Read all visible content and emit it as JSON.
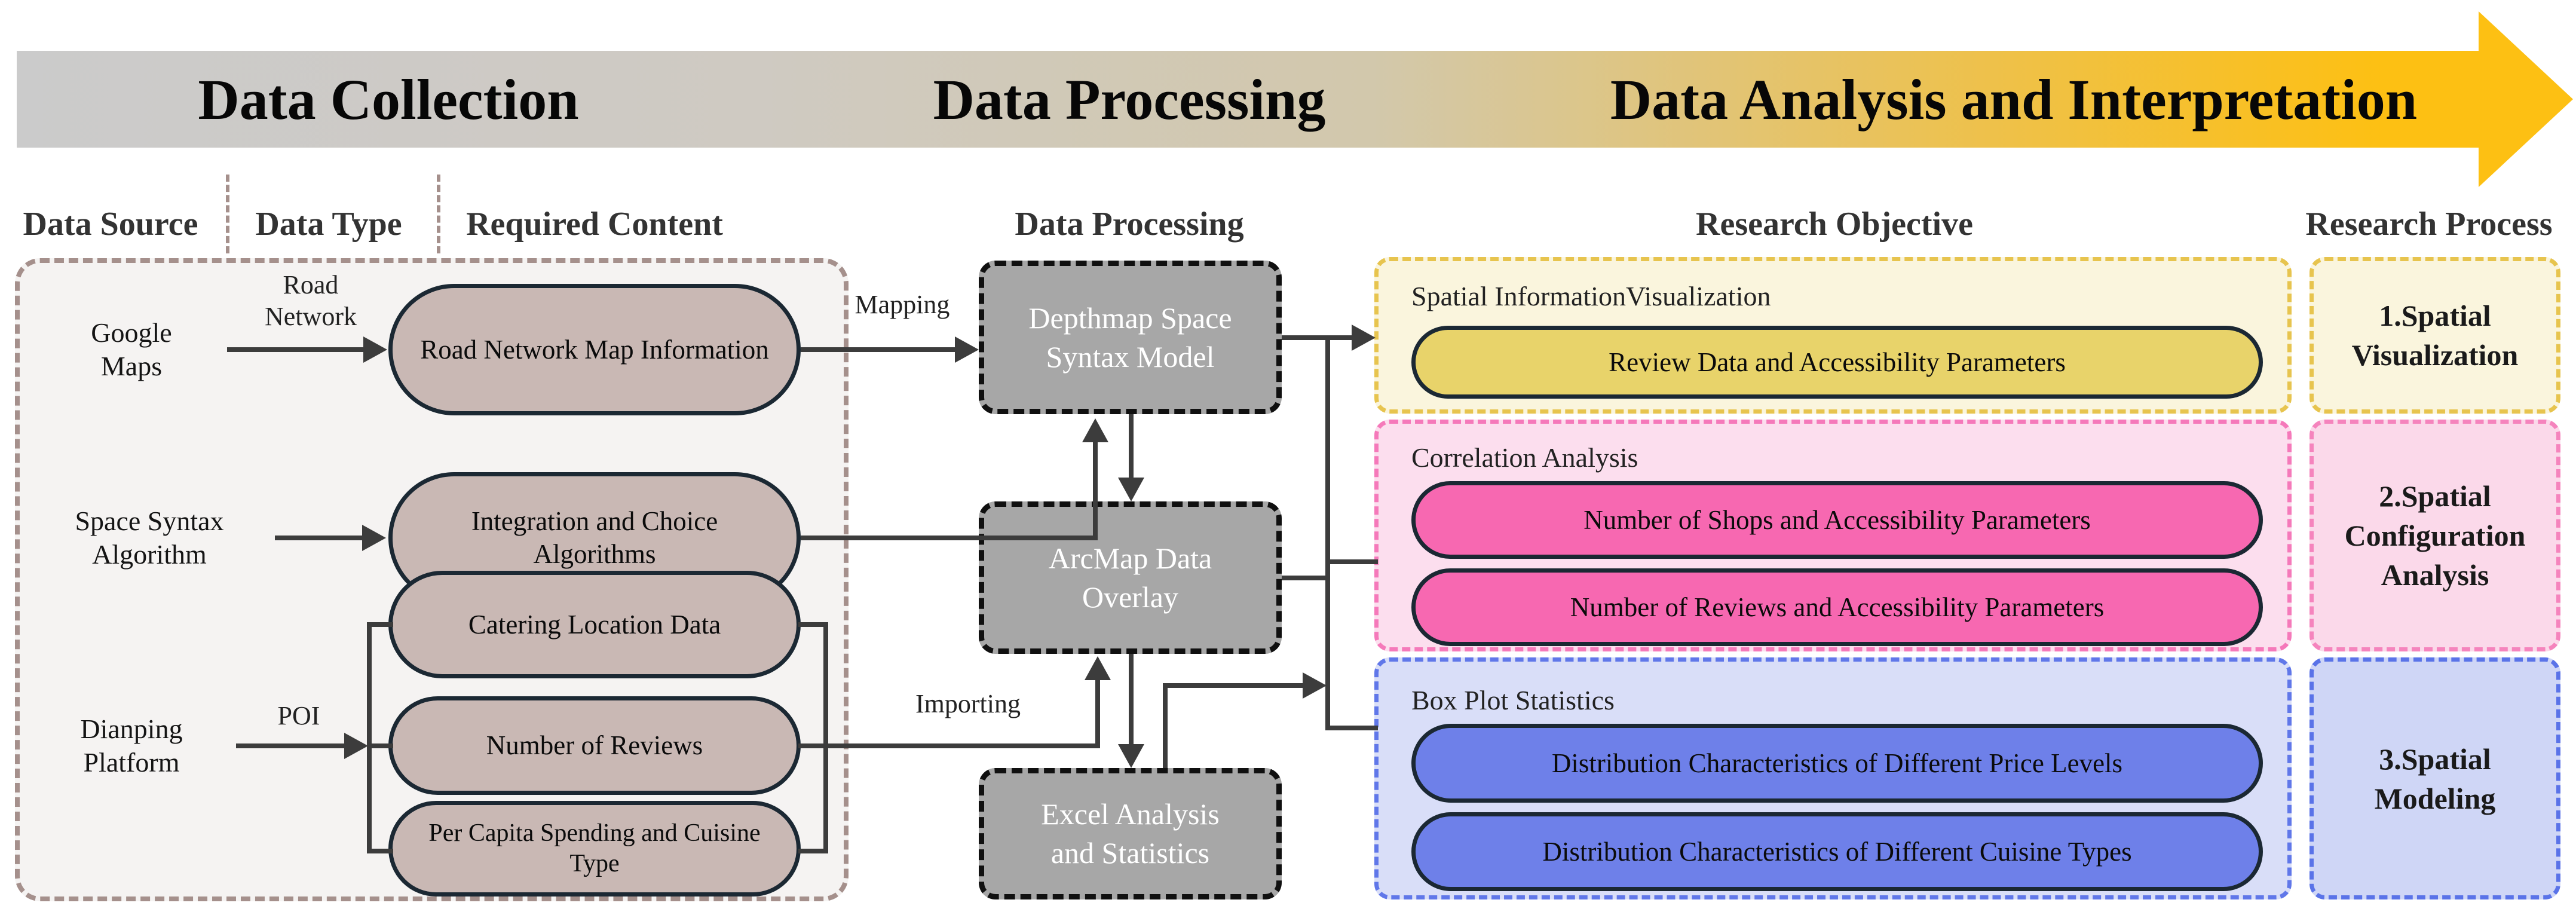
{
  "banner": {
    "stages": [
      {
        "label": "Data Collection"
      },
      {
        "label": "Data Processing"
      },
      {
        "label": "Data Analysis and Interpretation"
      }
    ]
  },
  "headers": {
    "data_source": "Data Source",
    "data_type": "Data Type",
    "required_content": "Required Content",
    "data_processing": "Data Processing",
    "research_objective": "Research Objective",
    "research_process": "Research Process"
  },
  "collection": {
    "sources": [
      {
        "label": "Google Maps",
        "edge": "Road Network"
      },
      {
        "label": "Space Syntax Algorithm",
        "edge": ""
      },
      {
        "label": "Dianping Platform",
        "edge": "POI"
      }
    ],
    "pills": [
      "Road Network Map Information",
      "Integration and Choice Algorithms",
      "Catering Location Data",
      "Number of Reviews",
      "Per Capita Spending and Cuisine Type"
    ]
  },
  "processing": {
    "nodes": [
      "Depthmap Space Syntax Model",
      "ArcMap Data Overlay",
      "Excel Analysis and Statistics"
    ],
    "edges": {
      "mapping": "Mapping",
      "importing": "Importing"
    }
  },
  "objectives": {
    "groups": [
      {
        "title": "Spatial InformationVisualization",
        "items": [
          "Review Data and Accessibility Parameters"
        ]
      },
      {
        "title": "Correlation Analysis",
        "items": [
          "Number of Shops and Accessibility Parameters",
          "Number of Reviews and Accessibility Parameters"
        ]
      },
      {
        "title": "Box Plot Statistics",
        "items": [
          "Distribution Characteristics of Different Price Levels",
          "Distribution Characteristics of Different Cuisine Types"
        ]
      }
    ]
  },
  "process_steps": [
    "1.Spatial Visualization",
    "2.Spatial Configuration Analysis",
    "3.Spatial Modeling"
  ],
  "colors": {
    "banner_gray": "#cbcbcb",
    "banner_gold": "#fdc013",
    "collection_fill": "#f5f3f2",
    "collection_border": "#a5908c",
    "taupe_pill": "#c9b8b4",
    "process_box_gray": "#a7a7a7",
    "yellow_group_fill": "#faf5dd",
    "yellow_border": "#e7c44e",
    "yellow_pill": "#e8d36a",
    "pink_group_fill": "#fcdeee",
    "pink_border": "#f579ba",
    "pink_pill": "#f768b1",
    "blue_group_fill": "#d9def8",
    "blue_border": "#6077e9",
    "blue_pill": "#6e80e9",
    "line": "#3c3c3c"
  }
}
